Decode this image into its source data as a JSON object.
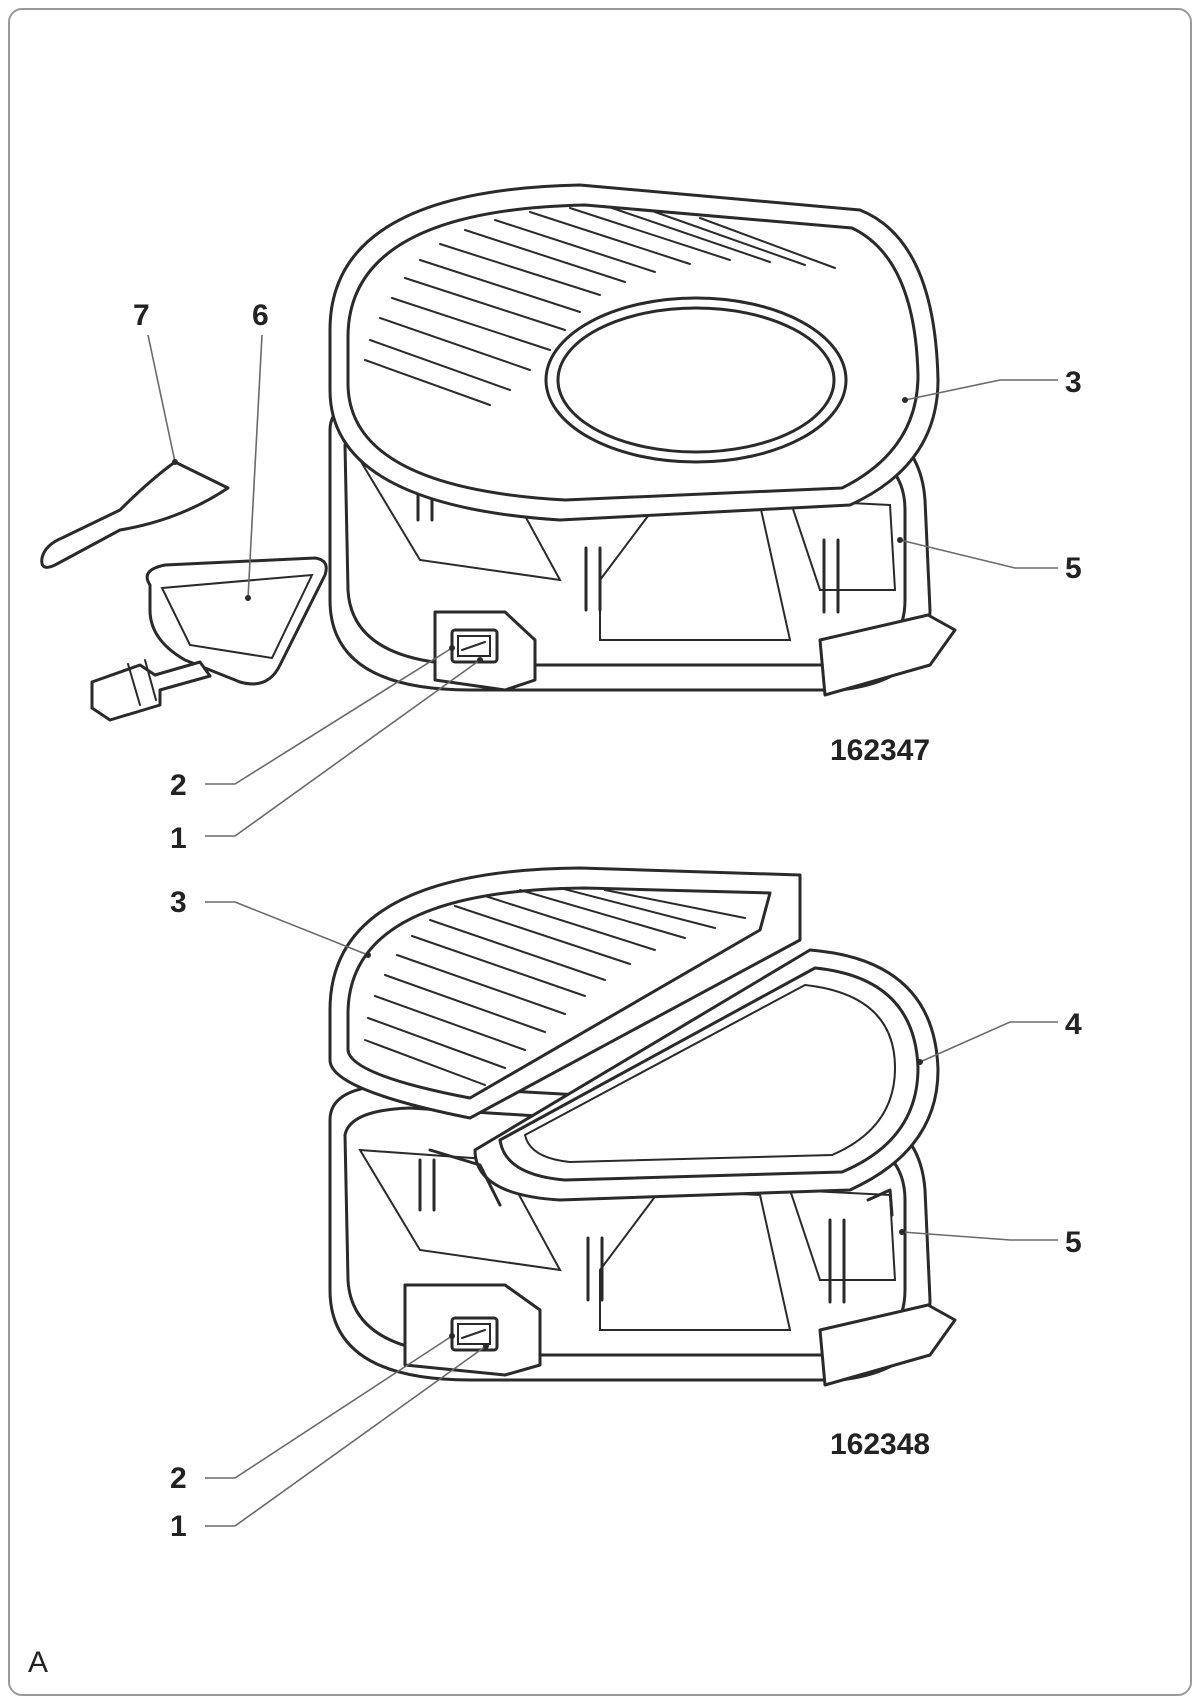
{
  "figure_letter": "A",
  "top_unit": {
    "model": "162347",
    "callouts": [
      "7",
      "6",
      "3",
      "5",
      "2",
      "1"
    ]
  },
  "bottom_unit": {
    "model": "162348",
    "callouts": [
      "3",
      "4",
      "5",
      "2",
      "1"
    ]
  },
  "colors": {
    "ink": "#2a2a2a",
    "leader": "#6a6a6a",
    "frame": "#9a9a9a",
    "background": "#ffffff"
  },
  "icons": [
    "raclette-grill-oval-top",
    "raclette-grill-split-top",
    "raclette-pan",
    "spatula",
    "power-switch"
  ]
}
